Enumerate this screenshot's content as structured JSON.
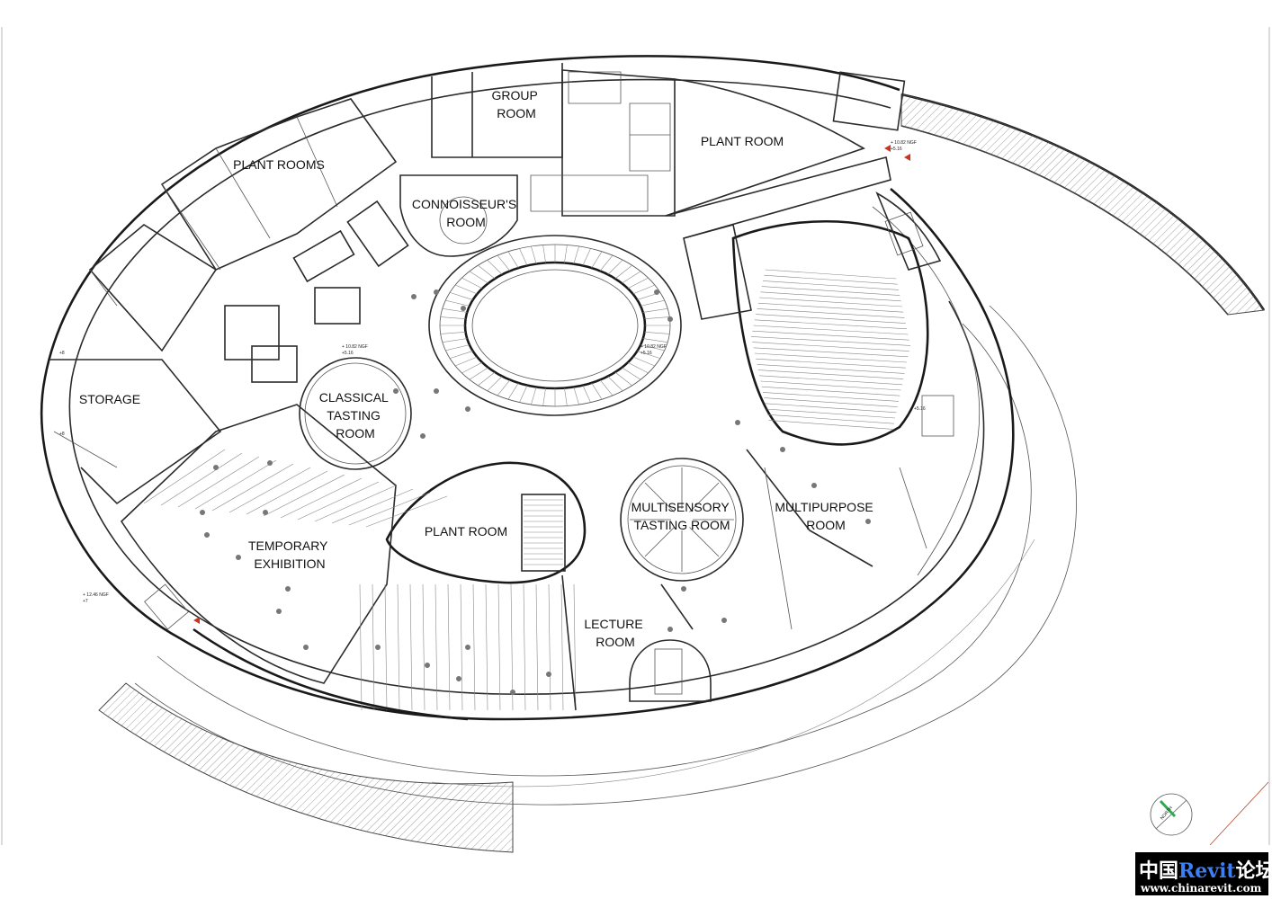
{
  "rooms": {
    "group_room": [
      "GROUP",
      "ROOM"
    ],
    "plant_room_top": "PLANT ROOM",
    "plant_rooms": "PLANT ROOMS",
    "connoisseur": [
      "CONNOISSEUR'S",
      "ROOM"
    ],
    "storage": "STORAGE",
    "classical": [
      "CLASSICAL",
      "TASTING",
      "ROOM"
    ],
    "plant_room_center": "PLANT ROOM",
    "multisensory": [
      "MULTISENSORY",
      "TASTING ROOM"
    ],
    "multipurpose": [
      "MULTIPURPOSE",
      "ROOM"
    ],
    "temporary": [
      "TEMPORARY",
      "EXHIBITION"
    ],
    "lecture": [
      "LECTURE",
      "ROOM"
    ]
  },
  "levels": {
    "l1": [
      "+ 10.82 NGF",
      "+5.16"
    ],
    "l2": [
      "+ 10.82 NGF",
      "+5.16"
    ],
    "l3": [
      "+ 10.82 NGF",
      "+5.16"
    ],
    "l4": "+5.16",
    "l5": [
      "+ 12.46 NGF",
      "+7"
    ],
    "l6": "+8",
    "l7": "+8"
  },
  "north_label": "NORTH",
  "watermark": {
    "prefix": "中国",
    "brand": "Revit",
    "suffix": "论坛",
    "url": "www.chinarevit.com"
  },
  "colors": {
    "watermark_bg": "#000000",
    "watermark_brand": "#3d7ef0",
    "north_arrow": "#2fa84f",
    "marker": "#cc3322"
  }
}
